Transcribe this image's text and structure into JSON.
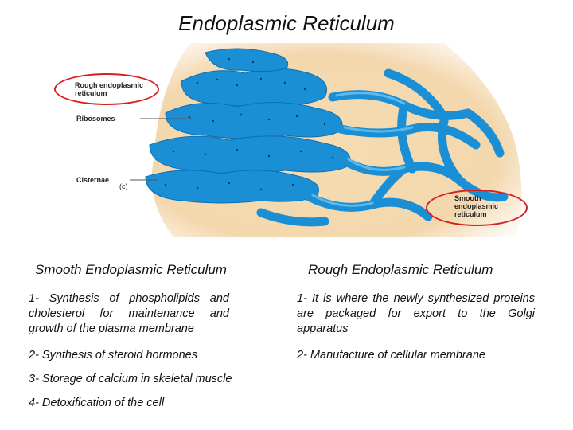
{
  "title": "Endoplasmic Reticulum",
  "figure": {
    "labels": {
      "rough_er": "Rough endoplasmic reticulum",
      "ribosomes": "Ribosomes",
      "cisternae": "Cisternae",
      "panel": "(c)",
      "smooth_er": "Smooth endoplasmic reticulum"
    },
    "colors": {
      "membrane": "#1a8fd6",
      "highlight": "#6cc4f0",
      "cytoplasm": "#f0c995",
      "circle": "#d42020"
    }
  },
  "smooth": {
    "heading": "Smooth Endoplasmic Reticulum",
    "items": [
      "1- Synthesis of phospholipids and cholesterol for maintenance and growth of the plasma membrane",
      "2- Synthesis of steroid hormones",
      "3- Storage of calcium in skeletal muscle",
      "4- Detoxification of the cell"
    ]
  },
  "rough": {
    "heading": "Rough Endoplasmic Reticulum",
    "items": [
      "1- It is where the newly synthesized proteins are packaged for export to the Golgi apparatus",
      "2- Manufacture of cellular membrane"
    ]
  }
}
